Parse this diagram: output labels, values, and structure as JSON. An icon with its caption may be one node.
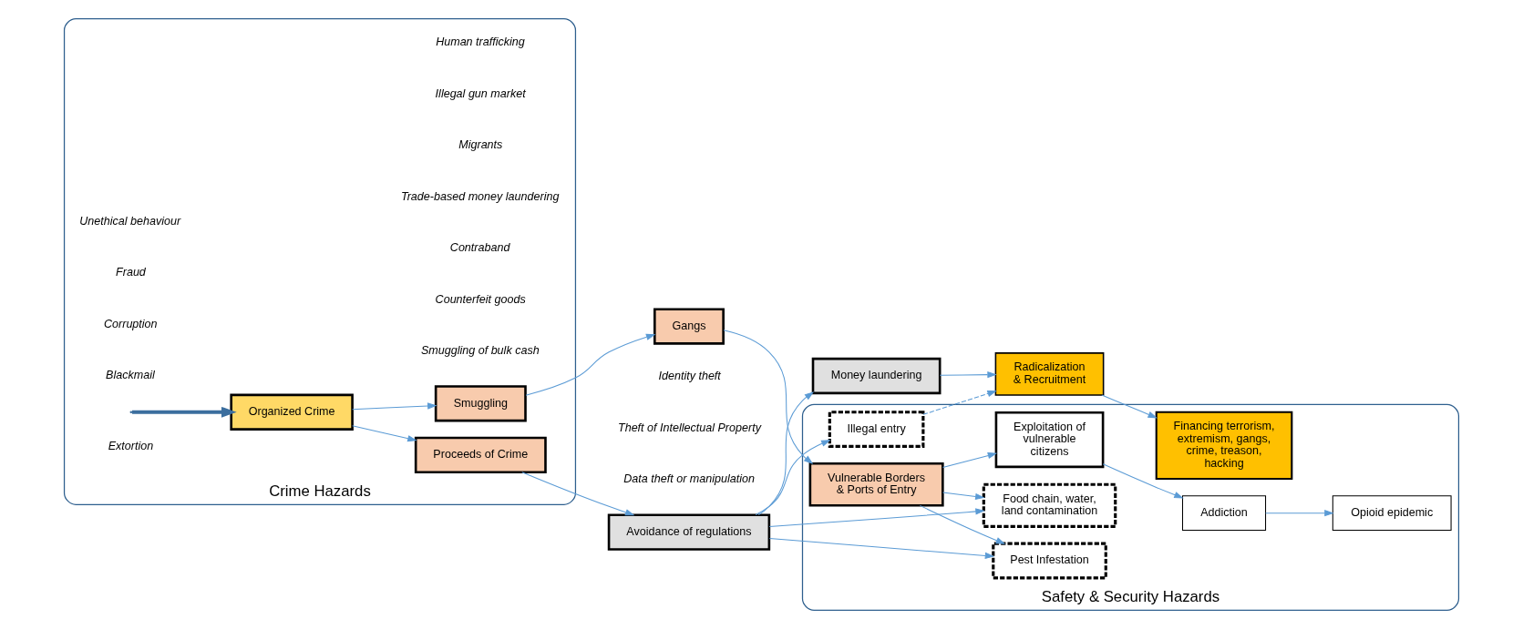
{
  "diagram": {
    "nodes": [
      {
        "text": [
          "Crime Hazards"
        ]
      },
      {
        "text": [
          "Safety & Security Hazards"
        ]
      },
      {
        "text": [
          "Organized Crime"
        ],
        "in": 0
      },
      {
        "text": [
          "Smuggling"
        ],
        "in": 0
      },
      {
        "text": [
          "Proceeds of Crime"
        ],
        "in": 0
      },
      {
        "text": [
          "Gangs"
        ]
      },
      {
        "text": [
          "Avoidance of regulations"
        ]
      },
      {
        "text": [
          "Money laundering"
        ]
      },
      {
        "text": [
          "Vulnerable Borders & Ports of Entry"
        ],
        "in": 1
      },
      {
        "text": [
          "Pest Infestation"
        ],
        "in": 1
      },
      {
        "text": [
          "Food chain, water, land contamination"
        ],
        "in": 1
      },
      {
        "text": [
          "Exploitation of vulnerable citizens"
        ],
        "in": 1
      },
      {
        "text": [
          "Addiction"
        ],
        "in": 1
      },
      {
        "text": [
          "Opioid epidemic"
        ],
        "in": 1
      },
      {
        "text": [
          "Illegal entry"
        ],
        "in": 1
      },
      {
        "text": [
          "Radicalization & Recruitment"
        ]
      },
      {
        "text": [
          "Financing terrorism, extremism, gangs, crime, treason, hacking"
        ],
        "in": 1
      }
    ],
    "edges": [
      {
        "from": null,
        "to": 2,
        "arrow": "to",
        "style": "thick",
        "color": "#3b6e9e"
      },
      {
        "from": 2,
        "to": 3,
        "arrow": "to"
      },
      {
        "from": 2,
        "to": 4,
        "arrow": "to"
      },
      {
        "from": 3,
        "to": 5,
        "arrow": "to"
      },
      {
        "from": 5,
        "to": 8,
        "arrow": "to"
      },
      {
        "from": 4,
        "to": 6,
        "arrow": "to"
      },
      {
        "from": 6,
        "to": 7,
        "arrow": "to"
      },
      {
        "from": 8,
        "to": 9,
        "arrow": "to"
      },
      {
        "from": 8,
        "to": 10,
        "arrow": "to"
      },
      {
        "from": 8,
        "to": 11,
        "arrow": "to"
      },
      {
        "from": 6,
        "to": 9,
        "arrow": "to"
      },
      {
        "from": 6,
        "to": 10,
        "arrow": "to"
      },
      {
        "from": 6,
        "to": 14,
        "arrow": "to"
      },
      {
        "from": 11,
        "to": 12,
        "arrow": "to"
      },
      {
        "from": 12,
        "to": 13,
        "arrow": "to"
      },
      {
        "from": 7,
        "to": 15,
        "arrow": "to"
      },
      {
        "from": 14,
        "to": 15,
        "arrow": "to",
        "style": "dashed"
      },
      {
        "from": 15,
        "to": 16,
        "arrow": "to"
      }
    ],
    "labels": [
      "Extortion",
      "Blackmail",
      "Corruption",
      "Fraud",
      "Unethical behaviour",
      "Counterfeit goods",
      "Contraband",
      "Migrants",
      "Illegal gun market",
      "Human trafficking",
      "Smuggling of bulk cash",
      "Trade-based money laundering",
      "Identity theft",
      "Theft of Intellectual Property",
      "Data theft or manipulation"
    ]
  }
}
